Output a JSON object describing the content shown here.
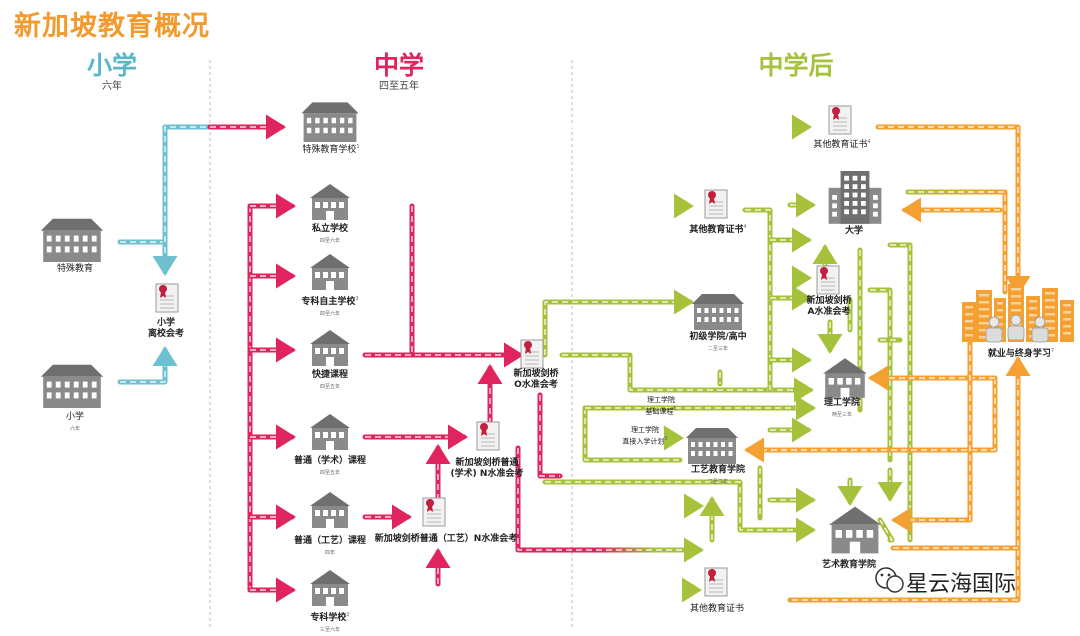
{
  "title": "新加坡教育概况",
  "sections": {
    "primary": {
      "name": "小学",
      "sub": "六年",
      "color": "#5bb7c8"
    },
    "secondary": {
      "name": "中学",
      "sub": "四至五年",
      "color": "#e0245e"
    },
    "post": {
      "name": "中学后",
      "color": "#a6c23a"
    }
  },
  "colors": {
    "blue": "#6ec0d0",
    "red": "#e0245e",
    "green": "#a6c23a",
    "orange": "#f5a033",
    "icon": "#6f6f6f"
  },
  "nodes": {
    "special_edu": {
      "label": "特殊教育"
    },
    "primary_school": {
      "label": "小学",
      "sub": "六年"
    },
    "psle": {
      "label1": "小学",
      "label2": "离校会考"
    },
    "special_school": {
      "label": "特殊教育学校",
      "sup": "1"
    },
    "private_school": {
      "label": "私立学校",
      "sub": "四至六年"
    },
    "specialised_independent": {
      "label": "专科自主学校",
      "sup": "3",
      "sub": "四至六年"
    },
    "express": {
      "label": "快捷课程",
      "sub": "四至五年"
    },
    "normal_academic": {
      "label": "普通（学术）课程",
      "sub": "四至五年"
    },
    "normal_technical": {
      "label": "普通（工艺）课程",
      "sub": "四年"
    },
    "specialised_school": {
      "label": "专科学校",
      "sup": "2",
      "sub": "三至六年"
    },
    "o_level": {
      "label1": "新加坡剑桥",
      "label2": "O水准会考"
    },
    "n_academic": {
      "label1": "新加坡剑桥普通",
      "label2": "(学术) N水准会考"
    },
    "n_technical": {
      "label": "新加坡剑桥普通（工艺）N水准会考"
    },
    "other_cert_top": {
      "label": "其他教育证书",
      "sup": "4"
    },
    "other_cert_mid": {
      "label": "其他教育证书",
      "sup": "4"
    },
    "other_cert_bottom": {
      "label": "其他教育证书"
    },
    "university": {
      "label": "大学"
    },
    "a_level": {
      "label1": "新加坡剑桥",
      "label2": "A水准会考"
    },
    "junior_college": {
      "label": "初级学院/高中",
      "sub": "二至三年"
    },
    "polytechnic": {
      "label": "理工学院",
      "sub": "两至三年"
    },
    "poly_foundation": {
      "label1": "理工学院",
      "label2": "基础课程",
      "sup": "6"
    },
    "poly_direct": {
      "label1": "理工学院",
      "label2": "直接入学计划",
      "sup": "5"
    },
    "ite": {
      "label": "工艺教育学院",
      "sub": "二至三年"
    },
    "arts": {
      "label": "艺术教育学院"
    },
    "employment": {
      "label": "就业与终身学习",
      "sup": "7"
    }
  },
  "watermark": "星云海国际"
}
